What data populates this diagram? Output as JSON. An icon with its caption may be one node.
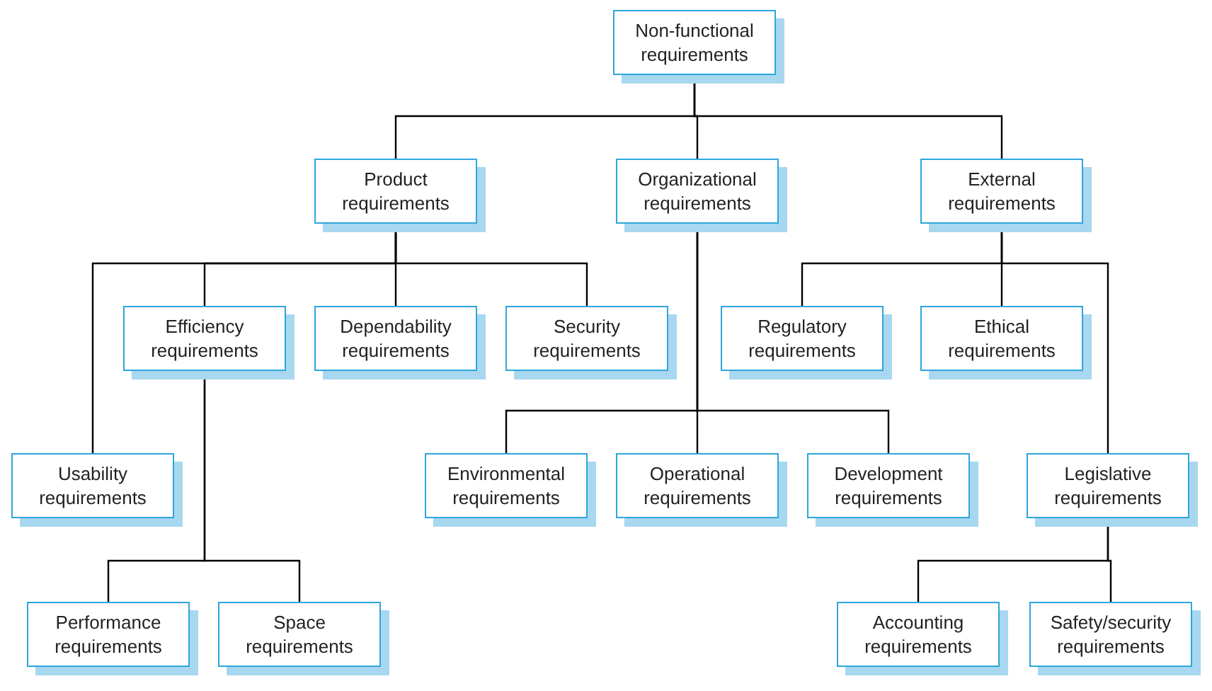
{
  "diagram": {
    "nodes": [
      {
        "text": [
          "Non-functional requirements"
        ]
      },
      {
        "text": [
          "Product requirements"
        ]
      },
      {
        "text": [
          "Organizational requirements"
        ]
      },
      {
        "text": [
          "External requirements"
        ]
      },
      {
        "text": [
          "Efficiency requirements"
        ]
      },
      {
        "text": [
          "Dependability requirements"
        ]
      },
      {
        "text": [
          "Security requirements"
        ]
      },
      {
        "text": [
          "Regulatory requirements"
        ]
      },
      {
        "text": [
          "Ethical requirements"
        ]
      },
      {
        "text": [
          "Usability requirements"
        ]
      },
      {
        "text": [
          "Environmental requirements"
        ]
      },
      {
        "text": [
          "Operational requirements"
        ]
      },
      {
        "text": [
          "Development requirements"
        ]
      },
      {
        "text": [
          "Legislative requirements"
        ]
      },
      {
        "text": [
          "Performance requirements"
        ]
      },
      {
        "text": [
          "Space requirements"
        ]
      },
      {
        "text": [
          "Accounting requirements"
        ]
      },
      {
        "text": [
          "Safety/security requirements"
        ]
      }
    ],
    "edges": [
      {
        "from": 0,
        "to": 1,
        "arrow": "none"
      },
      {
        "from": 0,
        "to": 2,
        "arrow": "none"
      },
      {
        "from": 0,
        "to": 3,
        "arrow": "none"
      },
      {
        "from": 1,
        "to": 9,
        "arrow": "none"
      },
      {
        "from": 1,
        "to": 4,
        "arrow": "none"
      },
      {
        "from": 1,
        "to": 5,
        "arrow": "none"
      },
      {
        "from": 1,
        "to": 6,
        "arrow": "none"
      },
      {
        "from": 3,
        "to": 7,
        "arrow": "none"
      },
      {
        "from": 3,
        "to": 8,
        "arrow": "none"
      },
      {
        "from": 3,
        "to": 13,
        "arrow": "none"
      },
      {
        "from": 2,
        "to": 10,
        "arrow": "none"
      },
      {
        "from": 2,
        "to": 11,
        "arrow": "none"
      },
      {
        "from": 2,
        "to": 12,
        "arrow": "none"
      },
      {
        "from": 4,
        "to": 14,
        "arrow": "none"
      },
      {
        "from": 4,
        "to": 15,
        "arrow": "none"
      },
      {
        "from": 13,
        "to": 16,
        "arrow": "none"
      },
      {
        "from": 13,
        "to": 17,
        "arrow": "none"
      }
    ]
  }
}
